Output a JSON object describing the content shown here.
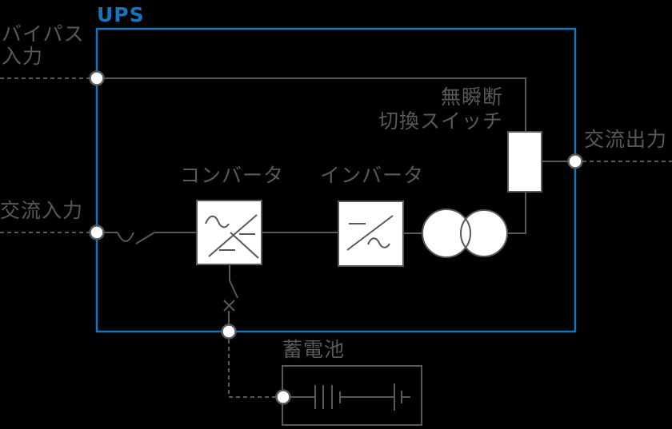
{
  "title": "UPS",
  "labels": {
    "bypass_input_line1": "バイパス",
    "bypass_input_line2": "入力",
    "ac_input": "交流入力",
    "converter": "コンバータ",
    "inverter": "インバータ",
    "transfer_switch_line1": "無瞬断",
    "transfer_switch_line2": "切換スイッチ",
    "ac_output": "交流出力",
    "battery": "蓄電池"
  },
  "colors": {
    "accent_blue": "#1476bd",
    "line_gray": "#595959",
    "shape_fill": "#ffffff",
    "background": "#000000"
  },
  "icons": {
    "converter_symbol": "ac-to-dc-converter-box",
    "inverter_symbol": "dc-to-ac-inverter-box",
    "transformer_symbol": "two-overlapping-circles",
    "transfer_switch_symbol": "white-rectangle-switch",
    "battery_symbol": "battery-cell-plates",
    "input_switch_symbol": "open-knife-switch-with-contact-arc",
    "dc_switch_symbol": "open-knife-switch-with-fuse-x",
    "node_symbol": "white-terminal-dot"
  }
}
